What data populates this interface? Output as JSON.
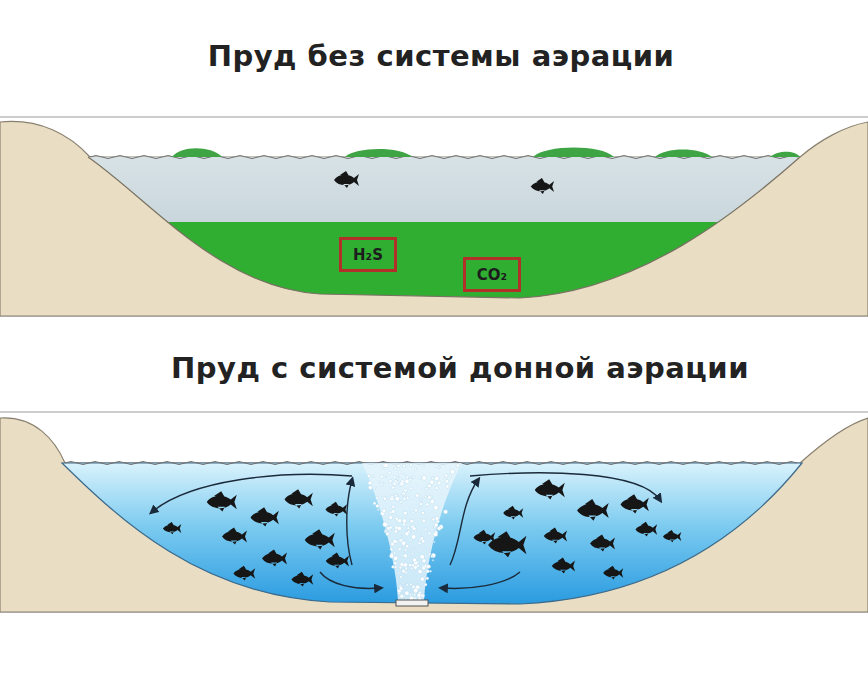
{
  "diagram": {
    "nodes": [
      {
        "text": [
          "H₂S"
        ]
      },
      {
        "text": [
          "CO₂"
        ]
      }
    ],
    "labels": [
      "Пруд без системы аэрации",
      "Пруд с системой донной аэрации"
    ]
  }
}
